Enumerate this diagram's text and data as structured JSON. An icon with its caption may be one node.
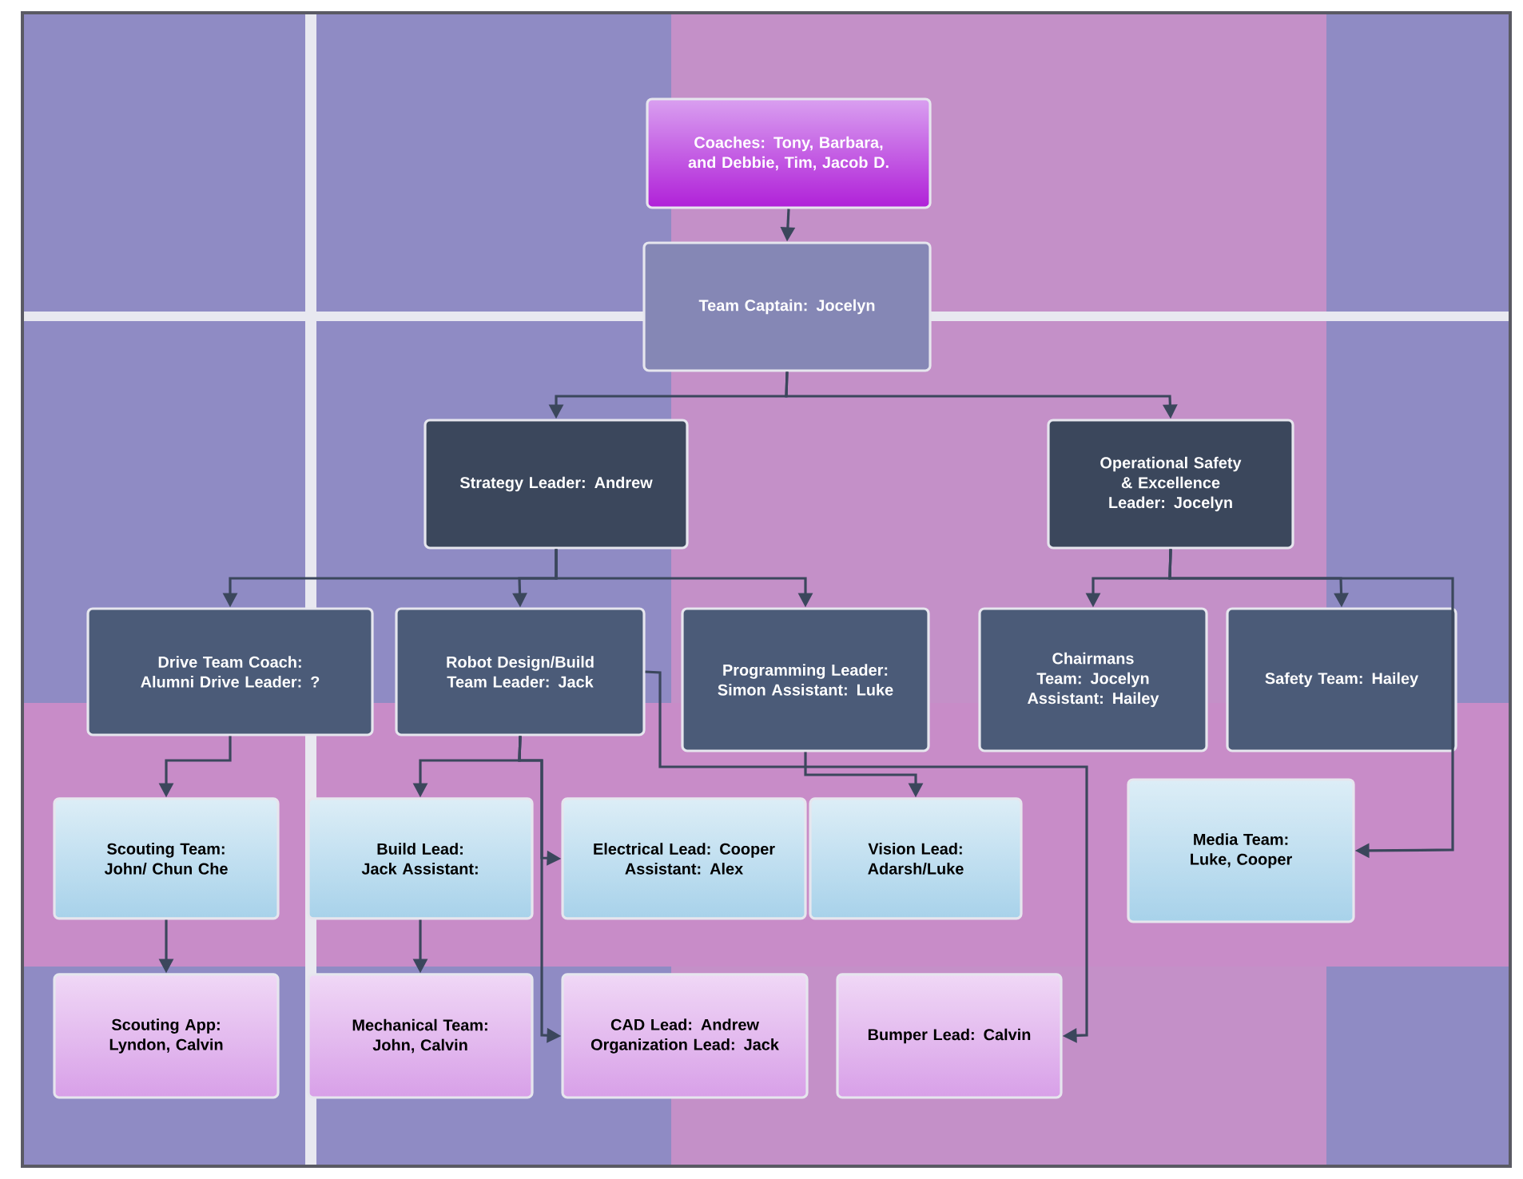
{
  "diagram": {
    "nodes": [
      {
        "text": [
          "Coaches: Tony, Barbara, and Debbie, Tim, Jacob D."
        ]
      },
      {
        "text": [
          "Team Captain: Jocelyn"
        ]
      },
      {
        "text": [
          "Strategy Leader: Andrew"
        ]
      },
      {
        "text": [
          "Operational Safety & Excellence Leader: Jocelyn"
        ]
      },
      {
        "text": [
          "Drive Team Coach: Alumni Drive Leader: ?"
        ]
      },
      {
        "text": [
          "Robot Design/Build Team Leader: Jack"
        ]
      },
      {
        "text": [
          "Programming Leader: Simon Assistant: Luke"
        ]
      },
      {
        "text": [
          "Chairmans Team: Jocelyn Assistant: Hailey"
        ]
      },
      {
        "text": [
          "Safety Team: Hailey"
        ]
      },
      {
        "text": [
          "Scouting Team: John/ Chun Che"
        ]
      },
      {
        "text": [
          "Build Lead: Jack Assistant:"
        ]
      },
      {
        "text": [
          "Electrical Lead: Cooper Assistant: Alex"
        ]
      },
      {
        "text": [
          "Vision Lead: Adarsh/Luke"
        ]
      },
      {
        "text": [
          "Media Team: Luke, Cooper"
        ]
      },
      {
        "text": [
          "Scouting App: Lyndon, Calvin"
        ]
      },
      {
        "text": [
          "Mechanical Team: John, Calvin"
        ]
      },
      {
        "text": [
          "CAD Lead: Andrew Organization Lead: Jack"
        ]
      },
      {
        "text": [
          "Bumper Lead: Calvin"
        ]
      }
    ],
    "edges": [
      {
        "from": 0,
        "to": 1,
        "arrow": "to"
      },
      {
        "from": 1,
        "to": 2,
        "arrow": "to"
      },
      {
        "from": 1,
        "to": 3,
        "arrow": "to"
      },
      {
        "from": 2,
        "to": 4,
        "arrow": "to"
      },
      {
        "from": 2,
        "to": 5,
        "arrow": "to"
      },
      {
        "from": 2,
        "to": 6,
        "arrow": "to"
      },
      {
        "from": 3,
        "to": 7,
        "arrow": "to"
      },
      {
        "from": 3,
        "to": 8,
        "arrow": "to"
      },
      {
        "from": 3,
        "to": 13,
        "arrow": "to"
      },
      {
        "from": 4,
        "to": 9,
        "arrow": "to"
      },
      {
        "from": 5,
        "to": 10,
        "arrow": "to"
      },
      {
        "from": 5,
        "to": 11,
        "arrow": "to"
      },
      {
        "from": 5,
        "to": 16,
        "arrow": "to"
      },
      {
        "from": 5,
        "to": 17,
        "arrow": "to"
      },
      {
        "from": 6,
        "to": 12,
        "arrow": "to"
      },
      {
        "from": 9,
        "to": 14,
        "arrow": "to"
      },
      {
        "from": 10,
        "to": 15,
        "arrow": "to"
      }
    ]
  }
}
